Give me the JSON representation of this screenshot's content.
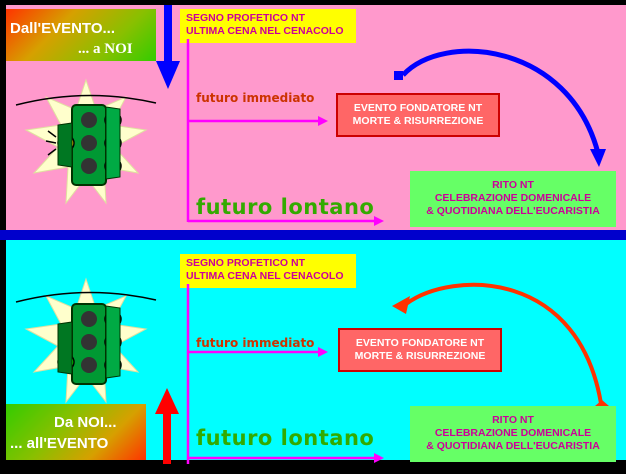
{
  "top": {
    "title_line1": "Dall'EVENTO...",
    "title_line2": "... a NOI",
    "prophetic_line1": "SEGNO PROFETICO NT",
    "prophetic_line2": "ULTIMA CENA NEL CENACOLO",
    "near_future": "futuro immediato",
    "far_future": "futuro lontano",
    "event_line1": "EVENTO FONDATORE NT",
    "event_line2": "MORTE & RISURREZIONE",
    "rite_line1": "RITO NT",
    "rite_line2": "CELEBRAZIONE DOMENICALE",
    "rite_line3": "& QUOTIDIANA DELL'EUCARISTIA"
  },
  "bottom": {
    "title_line1": "Da NOI...",
    "title_line2": "... all'EVENTO",
    "prophetic_line1": "SEGNO PROFETICO NT",
    "prophetic_line2": "ULTIMA CENA NEL CENACOLO",
    "near_future": "futuro immediato",
    "far_future": "futuro lontano",
    "event_line1": "EVENTO FONDATORE NT",
    "event_line2": "MORTE & RISURREZIONE",
    "rite_line1": "RITO NT",
    "rite_line2": "CELEBRAZIONE DOMENICALE",
    "rite_line3": "& QUOTIDIANA DELL'EUCARISTIA"
  },
  "colors": {
    "top_background": "#ff99cc",
    "bottom_background": "#00ffff",
    "divider": "#0000cc",
    "arrow_top": "#0000ff",
    "arrow_bottom": "#ff3300",
    "connector": "#ff00ff"
  },
  "icons": {
    "traffic_light": "traffic-light-icon"
  }
}
